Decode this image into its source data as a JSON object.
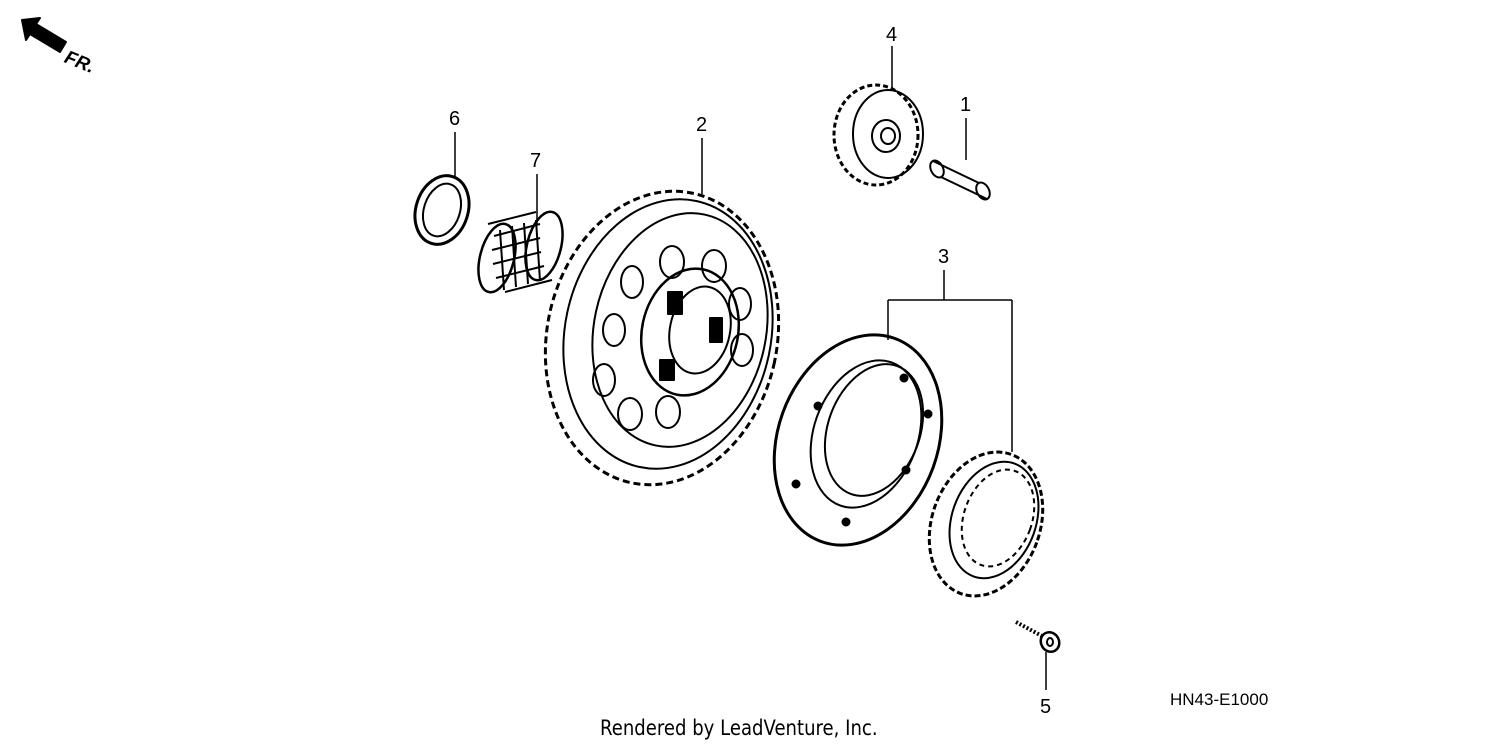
{
  "front_label": "FR.",
  "callouts": {
    "p1": "1",
    "p2": "2",
    "p3": "3",
    "p4": "4",
    "p5": "5",
    "p6": "6",
    "p7": "7"
  },
  "diagram_code": "HN43-E1000",
  "credit": "Rendered by LeadVenture, Inc."
}
